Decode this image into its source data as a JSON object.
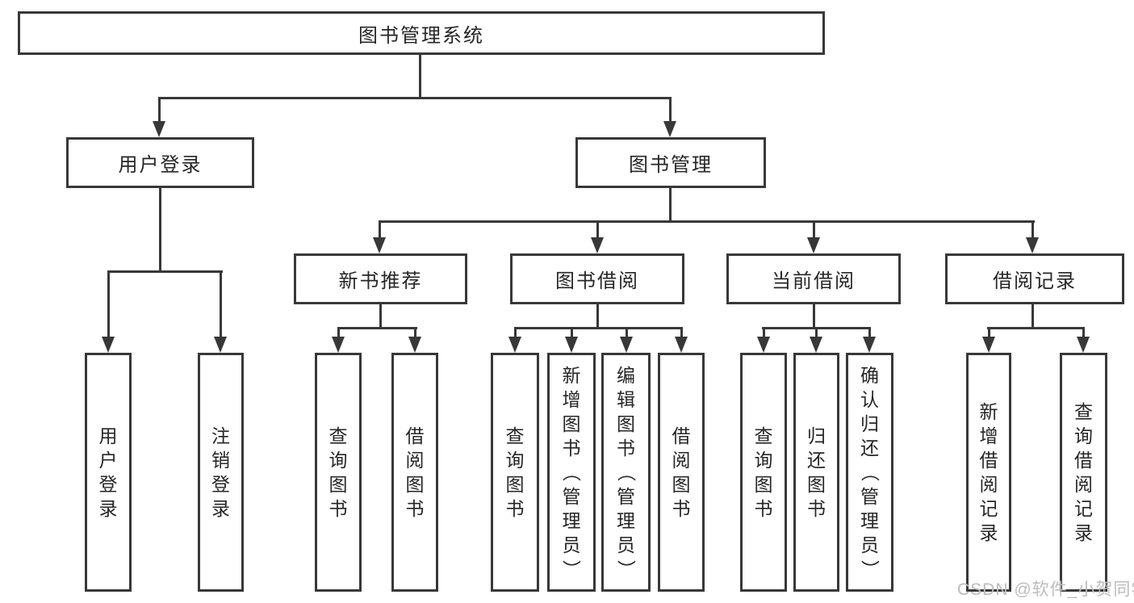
{
  "diagram": {
    "root": {
      "label": "图书管理系统"
    },
    "level1": {
      "user_login": {
        "label": "用户登录"
      },
      "book_management": {
        "label": "图书管理"
      }
    },
    "level2": {
      "new_book_recommend": {
        "label": "新书推荐"
      },
      "book_borrowing": {
        "label": "图书借阅"
      },
      "current_borrowing": {
        "label": "当前借阅"
      },
      "borrowing_records": {
        "label": "借阅记录"
      }
    },
    "leaves": {
      "user_login_children": [
        "用户登录",
        "注销登录"
      ],
      "new_book_recommend_children": [
        "查询图书",
        "借阅图书"
      ],
      "book_borrowing_children": [
        "查询图书",
        "新增图书（管理员）",
        "编辑图书（管理员）",
        "借阅图书"
      ],
      "current_borrowing_children": [
        "查询图书",
        "归还图书",
        "确认归还（管理员）"
      ],
      "borrowing_records_children": [
        "新增借阅记录",
        "查询借阅记录"
      ]
    },
    "watermark": "CSDN @软件_小贺同学",
    "colors": {
      "line": "#383838",
      "text": "#262626",
      "watermark": "#bcbcbc",
      "background": "#ffffff"
    }
  }
}
